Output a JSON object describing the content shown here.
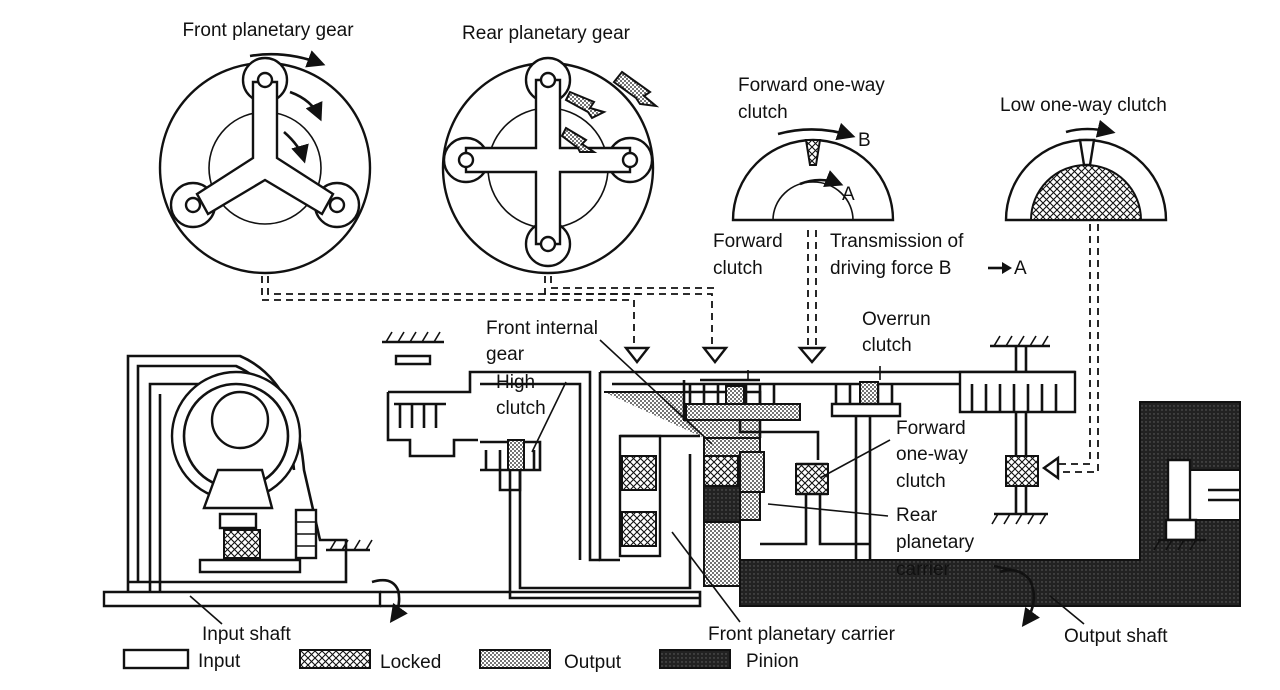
{
  "labels": {
    "front_planetary_gear": "Front planetary gear",
    "rear_planetary_gear": "Rear planetary gear",
    "forward_oneway_top_1": "Forward one-way",
    "forward_oneway_top_2": "clutch",
    "low_oneway": "Low one-way clutch",
    "letter_b": "B",
    "letter_a": "A",
    "forward_clutch_1": "Forward",
    "forward_clutch_2": "clutch",
    "transmission_1": "Transmission of",
    "transmission_2": "driving force B",
    "transmission_3": "A",
    "front_internal_gear_1": "Front internal",
    "front_internal_gear_2": "gear",
    "high_clutch_1": "High",
    "high_clutch_2": "clutch",
    "overrun_clutch_1": "Overrun",
    "overrun_clutch_2": "clutch",
    "forward_oneway_mid_1": "Forward",
    "forward_oneway_mid_2": "one-way",
    "forward_oneway_mid_3": "clutch",
    "rear_carrier_1": "Rear",
    "rear_carrier_2": "planetary",
    "rear_carrier_3": "carrier",
    "input_shaft": "Input shaft",
    "front_planetary_carrier": "Front planetary carrier",
    "output_shaft": "Output shaft"
  },
  "legend": [
    {
      "label": "Input",
      "pattern": "plain"
    },
    {
      "label": "Locked",
      "pattern": "crosshatch"
    },
    {
      "label": "Output",
      "pattern": "stippled"
    },
    {
      "label": "Pinion",
      "pattern": "dark"
    }
  ],
  "colors": {
    "ink": "#111111",
    "paper": "#ffffff"
  }
}
